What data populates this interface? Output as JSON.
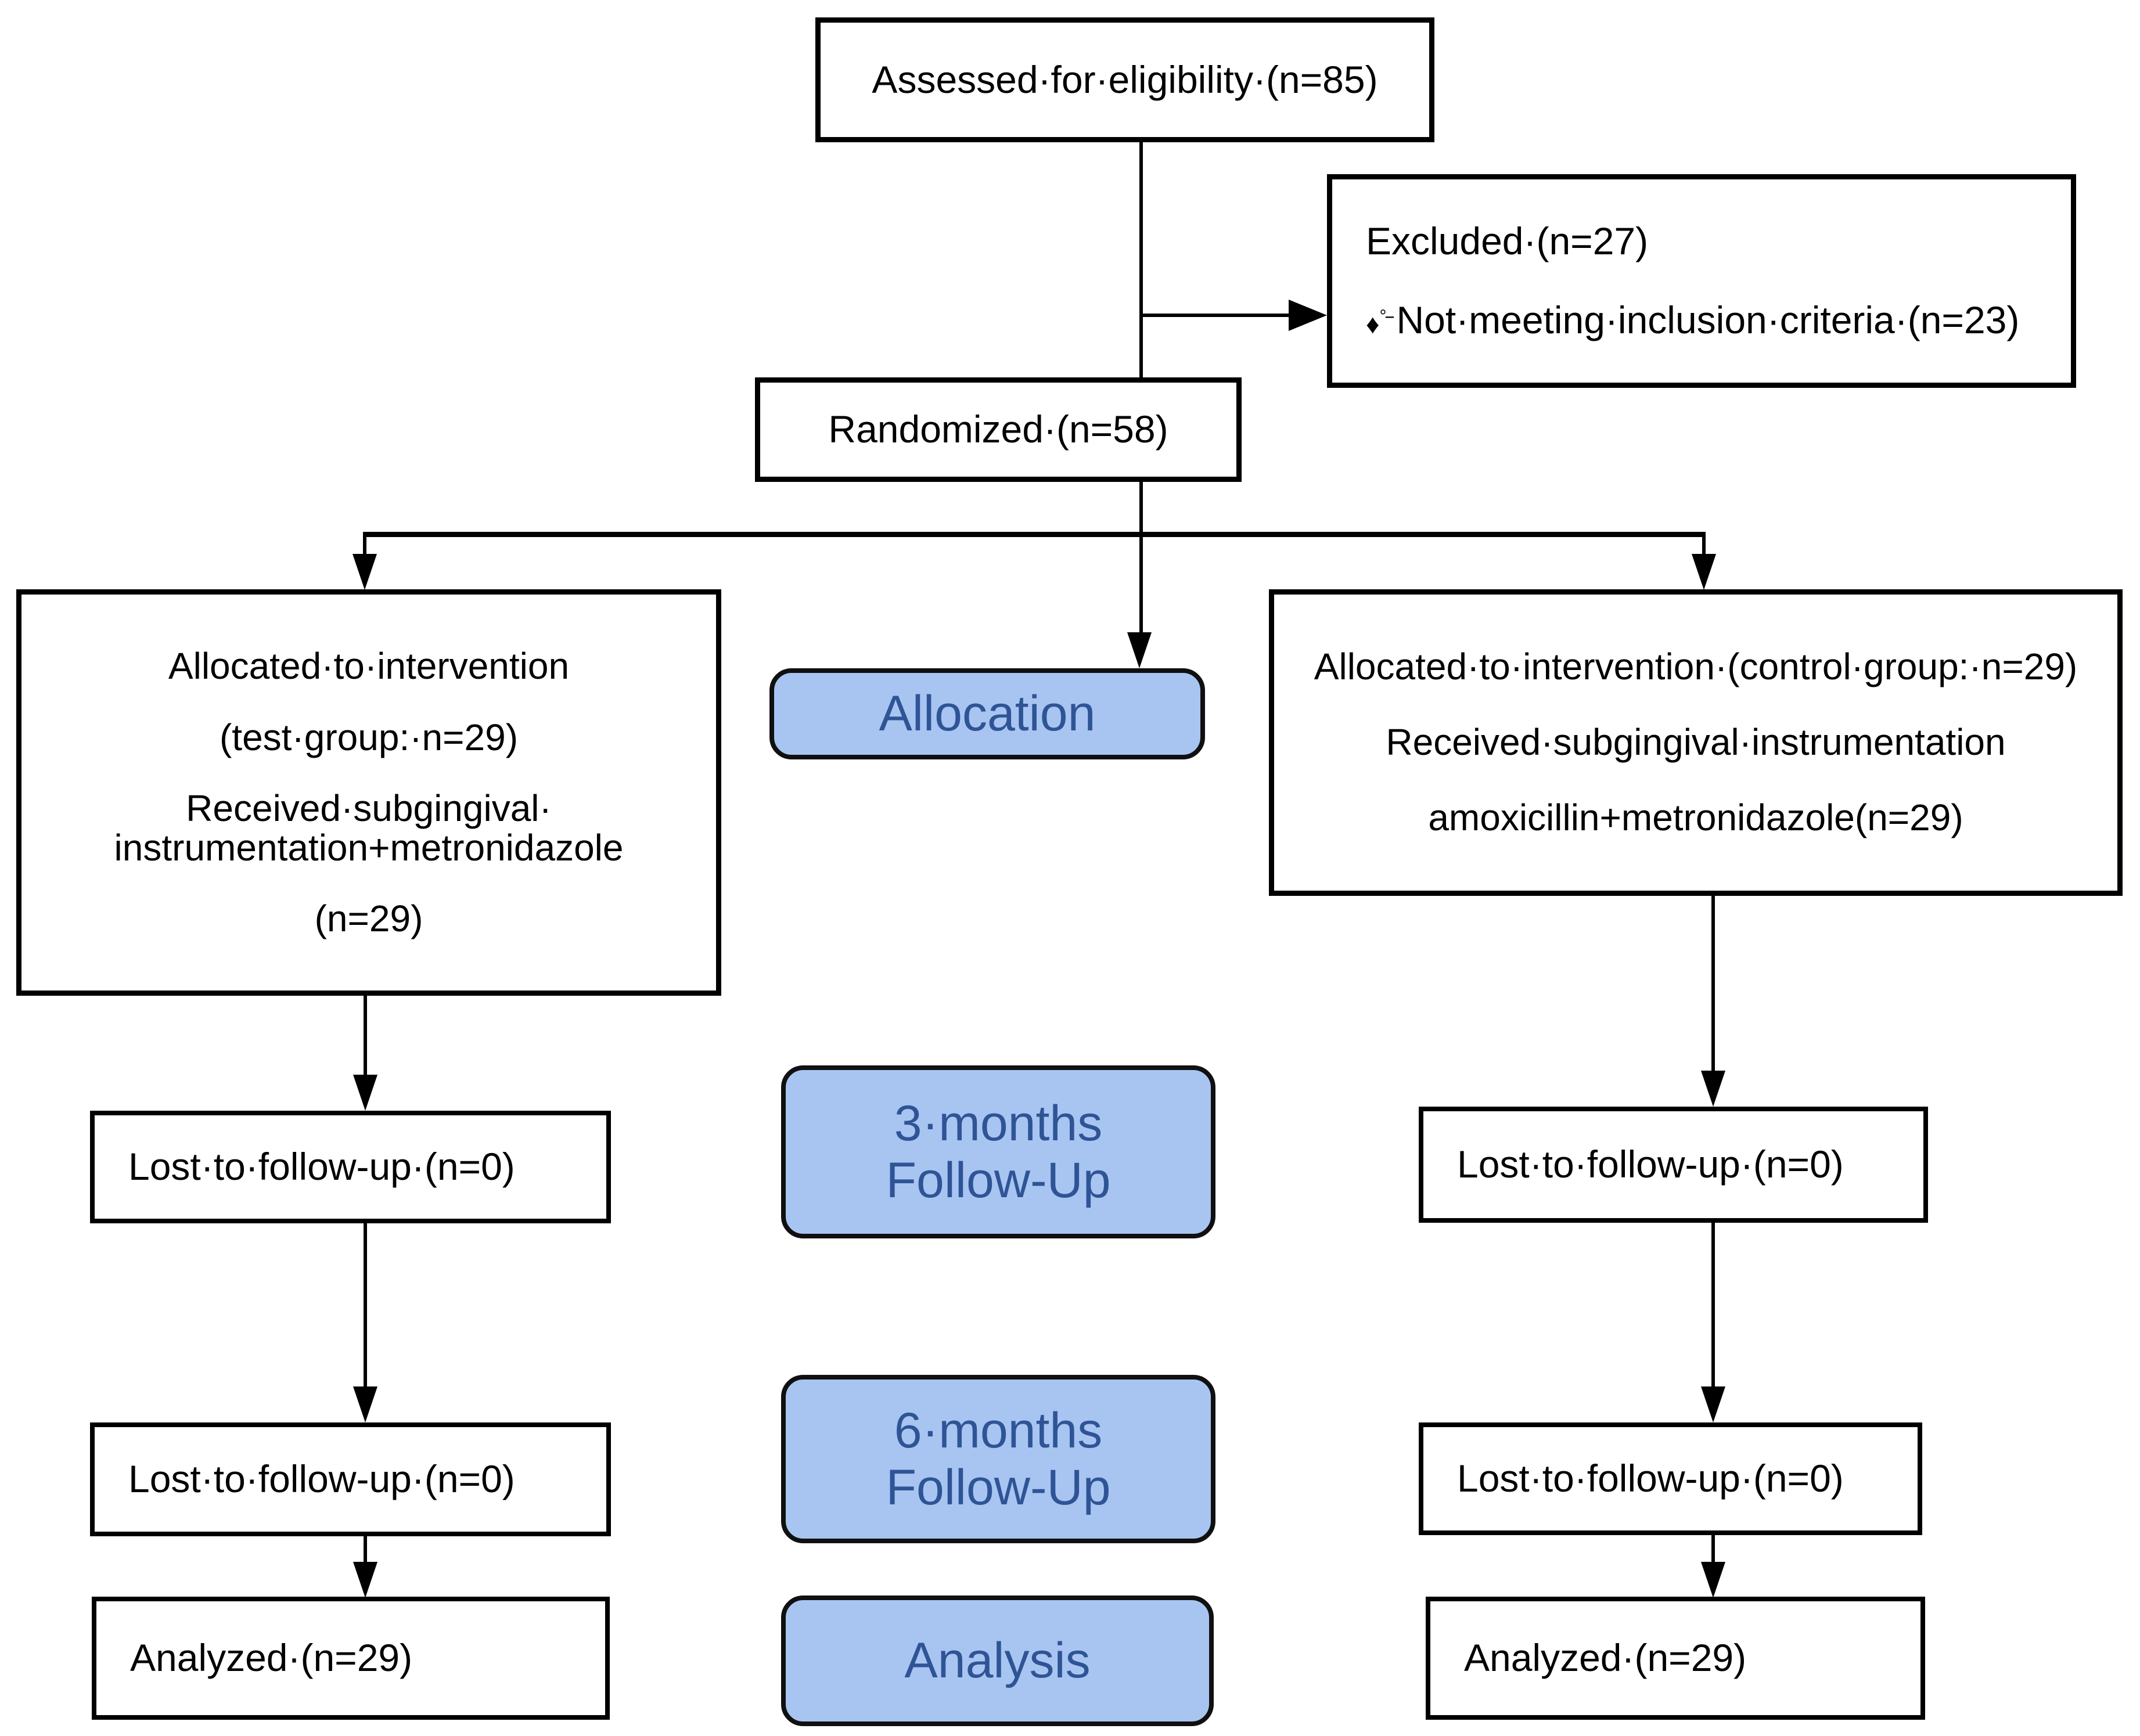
{
  "colors": {
    "background": "#FFFFFF",
    "box_border": "#000000",
    "text": "#000000",
    "stage_fill": "#A8C5F2",
    "stage_text": "#2F5496"
  },
  "nodes": {
    "assessed": {
      "label": "Assessed·for·eligibility·(n=85)"
    },
    "excluded": {
      "title": "Excluded·(n=27)",
      "bullet": "♦",
      "bullet_mark": "°--",
      "item": "Not·meeting·inclusion·criteria·(n=23)"
    },
    "randomized": {
      "label": "Randomized·(n=58)"
    },
    "allocation_test": {
      "line1": "Allocated·to·intervention",
      "line2": "(test·group:·n=29)",
      "line3a": "Received·subgingival·",
      "line3b": "instrumentation+metronidazole",
      "line4": "(n=29)"
    },
    "allocation_control": {
      "line1": "Allocated·to·intervention·(control·group:·n=29)",
      "line2": "Received·subgingival·instrumentation",
      "line3": "amoxicillin+metronidazole(n=29)"
    },
    "lost_3m_test": {
      "label": "Lost·to·follow-up·(n=0)"
    },
    "lost_3m_control": {
      "label": "Lost·to·follow-up·(n=0)"
    },
    "lost_6m_test": {
      "label": "Lost·to·follow-up·(n=0)"
    },
    "lost_6m_control": {
      "label": "Lost·to·follow-up·(n=0)"
    },
    "analyzed_test": {
      "label": "Analyzed·(n=29)"
    },
    "analyzed_control": {
      "label": "Analyzed·(n=29)"
    }
  },
  "stages": {
    "allocation": {
      "label": "Allocation"
    },
    "followup_3m": {
      "line1": "3·months",
      "line2": "Follow-Up"
    },
    "followup_6m": {
      "line1": "6·months",
      "line2": "Follow-Up"
    },
    "analysis": {
      "label": "Analysis"
    }
  }
}
